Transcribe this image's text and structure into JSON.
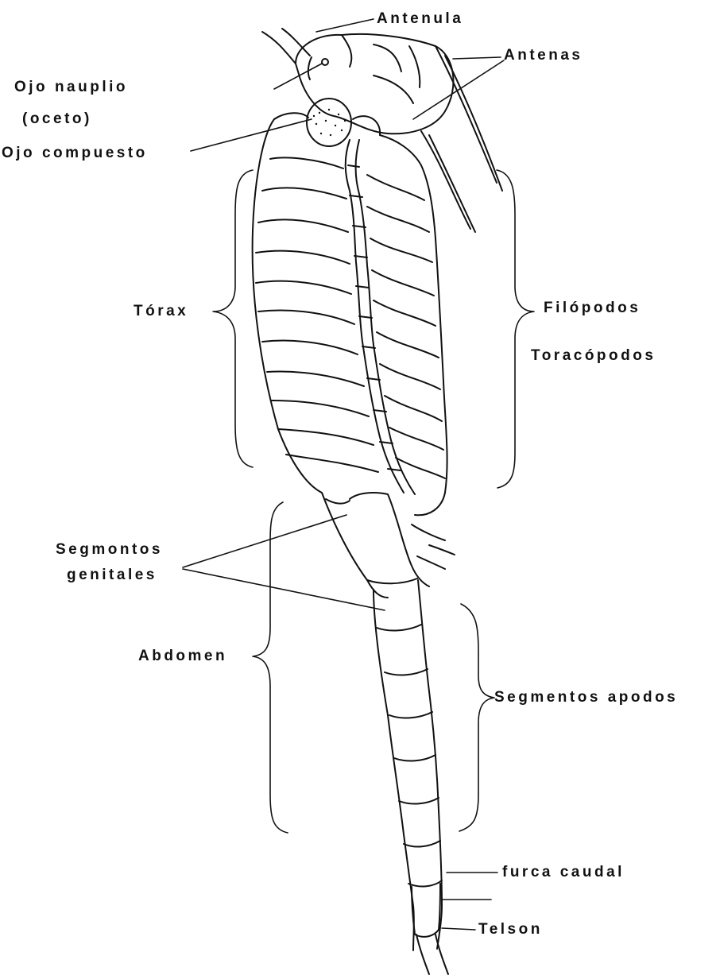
{
  "labels": {
    "antenula": "Antenula",
    "antenas": "Antenas",
    "ojo_nauplio": "Ojo nauplio",
    "oceto": "(oceto)",
    "ojo_compuesto": "Ojo compuesto",
    "torax": "Tórax",
    "filopodos": "Filópodos",
    "toracopodos": "Toracópodos",
    "segmentos_genitales_1": "Segmontos",
    "segmentos_genitales_2": "genitales",
    "abdomen": "Abdomen",
    "segmentos_apodos": "Segmentos apodos",
    "telson": "Telson",
    "furca_caudal": "furca caudal"
  }
}
